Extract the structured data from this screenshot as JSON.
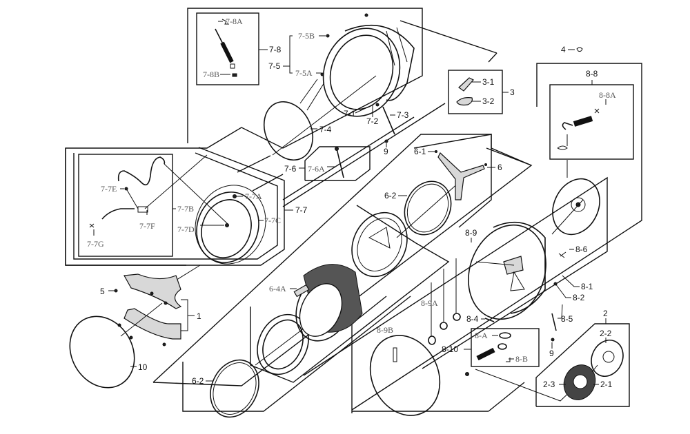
{
  "title": "Washer Drum / Tub Exploded Parts Diagram",
  "callouts": {
    "c1": "1",
    "c2": "2",
    "c2_1": "2-1",
    "c2_2": "2-2",
    "c2_3": "2-3",
    "c3": "3",
    "c3_1": "3-1",
    "c3_2": "3-2",
    "c4": "4",
    "c5": "5",
    "c6": "6",
    "c6_1": "6-1",
    "c6_2a": "6-2",
    "c6_2b": "6-2",
    "c6_4a": "6-4A",
    "c7_1": "7-1",
    "c7_2": "7-2",
    "c7_3": "7-3",
    "c7_4": "7-4",
    "c7_5": "7-5",
    "c7_5a": "7-5A",
    "c7_5b": "7-5B",
    "c7_6": "7-6",
    "c7_6a": "7-6A",
    "c7_7": "7-7",
    "c7_7a": "7-7A",
    "c7_7b": "7-7B",
    "c7_7c": "7-7C",
    "c7_7d": "7-7D",
    "c7_7e": "7-7E",
    "c7_7f": "7-7F",
    "c7_7g": "7-7G",
    "c7_8": "7-8",
    "c7_8a": "7-8A",
    "c7_8b": "7-8B",
    "c8_1": "8-1",
    "c8_2": "8-2",
    "c8_4": "8-4",
    "c8_5": "8-5",
    "c8_6": "8-6",
    "c8_8": "8-8",
    "c8_8a": "8-8A",
    "c8_9": "8-9",
    "c8_9a": "8-9A",
    "c8_9b": "8-9B",
    "c8_10": "8-10",
    "c8_a": "8-A",
    "c8_b": "8-B",
    "c9a": "9",
    "c9b": "9",
    "c10": "10"
  }
}
